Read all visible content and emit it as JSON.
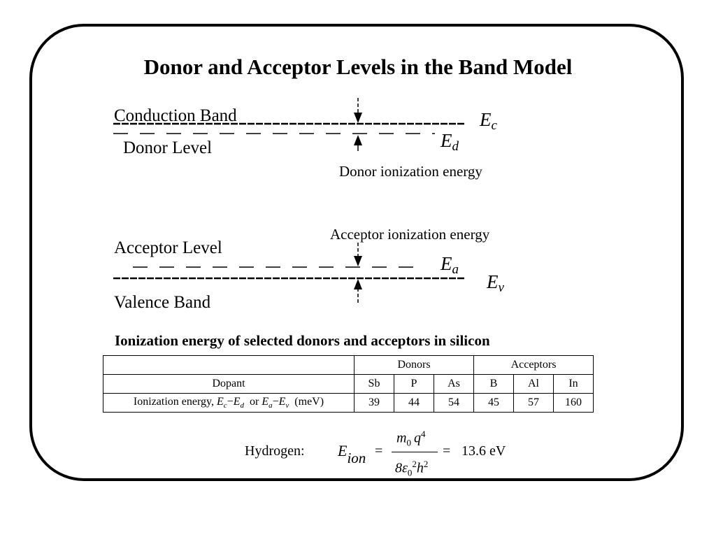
{
  "title": "Donor and Acceptor Levels in the Band Model",
  "diagram": {
    "conduction_band": "Conduction Band",
    "donor_level": "Donor Level",
    "donor_ionization": "Donor ionization energy",
    "acceptor_ionization": "Acceptor ionization energy",
    "acceptor_level": "Acceptor Level",
    "valence_band": "Valence Band",
    "ec": {
      "base": "E",
      "sub": "c"
    },
    "ed": {
      "base": "E",
      "sub": "d"
    },
    "ea": {
      "base": "E",
      "sub": "a"
    },
    "ev": {
      "base": "E",
      "sub": "v"
    }
  },
  "table": {
    "caption": "Ionization energy of selected donors and acceptors in silicon",
    "group_donors": "Donors",
    "group_acceptors": "Acceptors",
    "dopant_label": "Dopant",
    "dopants": [
      "Sb",
      "P",
      "As",
      "B",
      "Al",
      "In"
    ],
    "energy_label": "Ionization energy,",
    "energy_unit": "(meV)",
    "values": [
      "39",
      "44",
      "54",
      "45",
      "57",
      "160"
    ]
  },
  "hydrogen": {
    "label": "Hydrogen:",
    "result": "13.6 eV"
  }
}
